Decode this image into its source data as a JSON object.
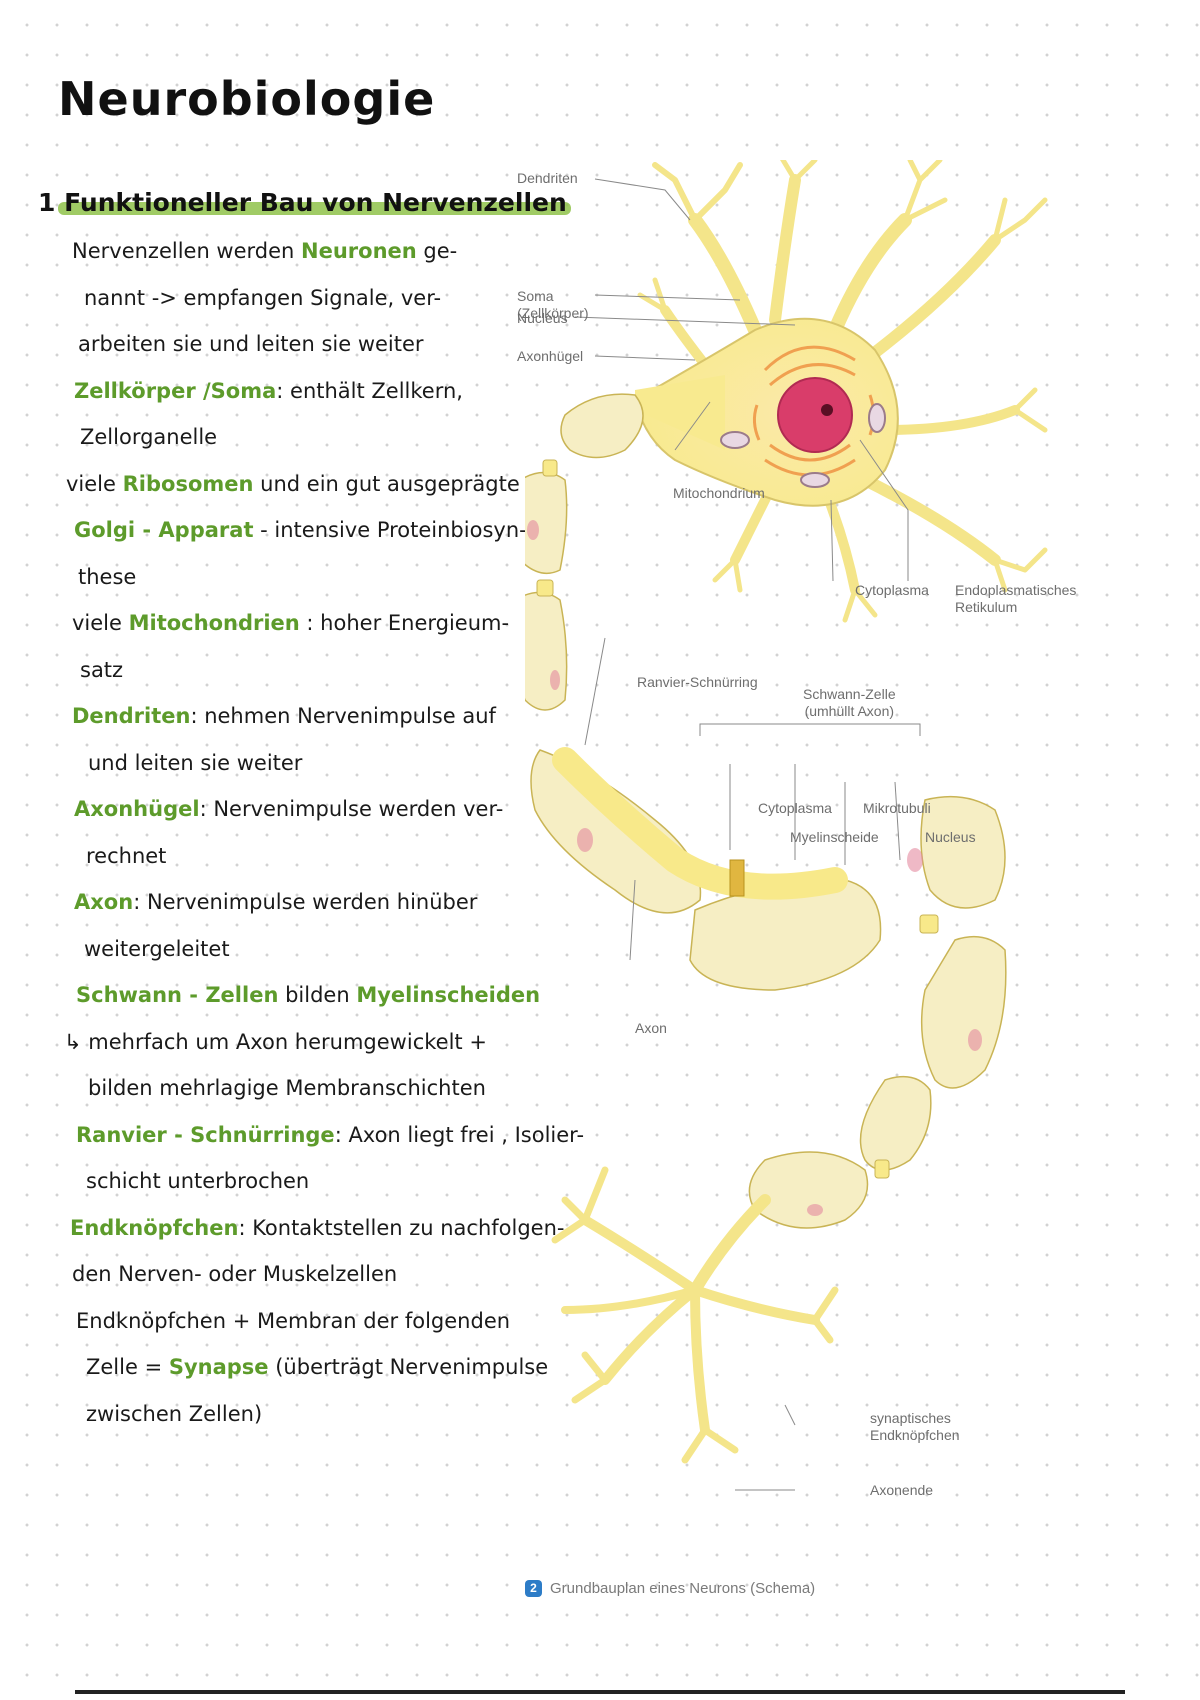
{
  "page": {
    "title": "Neurobiologie",
    "heading": "1 Funktioneller Bau von Nervenzellen"
  },
  "notes": [
    {
      "parts": [
        {
          "t": "Nervenzellen werden "
        },
        {
          "t": "Neuronen",
          "green": true
        },
        {
          "t": " ge-"
        }
      ]
    },
    {
      "parts": [
        {
          "t": "nannt -> empfangen Signale, ver-"
        }
      ]
    },
    {
      "parts": [
        {
          "t": "arbeiten sie und leiten sie weiter"
        }
      ]
    },
    {
      "parts": [
        {
          "t": "Zellkörper /Soma",
          "green": true
        },
        {
          "t": ": enthält Zellkern,"
        }
      ]
    },
    {
      "parts": [
        {
          "t": "Zellorganelle"
        }
      ]
    },
    {
      "parts": [
        {
          "t": "viele "
        },
        {
          "t": "Ribosomen",
          "green": true
        },
        {
          "t": " und ein gut ausgeprägte"
        }
      ]
    },
    {
      "parts": [
        {
          "t": "Golgi - Apparat",
          "green": true
        },
        {
          "t": " - intensive Proteinbiosyn-"
        }
      ]
    },
    {
      "parts": [
        {
          "t": "these"
        }
      ]
    },
    {
      "parts": [
        {
          "t": "viele "
        },
        {
          "t": "Mitochondrien",
          "green": true
        },
        {
          "t": " : hoher Energieum-"
        }
      ]
    },
    {
      "parts": [
        {
          "t": "satz"
        }
      ]
    },
    {
      "parts": [
        {
          "t": "Dendriten",
          "green": true
        },
        {
          "t": ": nehmen Nervenimpulse auf"
        }
      ]
    },
    {
      "parts": [
        {
          "t": "und leiten sie weiter"
        }
      ]
    },
    {
      "parts": [
        {
          "t": "Axonhügel",
          "green": true
        },
        {
          "t": ": Nervenimpulse werden ver-"
        }
      ]
    },
    {
      "parts": [
        {
          "t": "rechnet"
        }
      ]
    },
    {
      "parts": [
        {
          "t": "Axon",
          "green": true
        },
        {
          "t": ": Nervenimpulse werden hinüber"
        }
      ]
    },
    {
      "parts": [
        {
          "t": "weitergeleitet"
        }
      ]
    },
    {
      "parts": [
        {
          "t": "Schwann - Zellen",
          "green": true
        },
        {
          "t": " bilden "
        },
        {
          "t": "Myelinscheiden",
          "green": true
        }
      ]
    },
    {
      "parts": [
        {
          "t": "↳ mehrfach um Axon herumgewickelt +"
        }
      ]
    },
    {
      "parts": [
        {
          "t": "bilden mehrlagige Membranschichten"
        }
      ]
    },
    {
      "parts": [
        {
          "t": "Ranvier - Schnürringe",
          "green": true
        },
        {
          "t": ": Axon liegt frei , Isolier-"
        }
      ]
    },
    {
      "parts": [
        {
          "t": "schicht unterbrochen"
        }
      ]
    },
    {
      "parts": [
        {
          "t": "Endknöpfchen",
          "green": true
        },
        {
          "t": ": Kontaktstellen zu nachfolgen-"
        }
      ]
    },
    {
      "parts": [
        {
          "t": "den Nerven- oder Muskelzellen"
        }
      ]
    },
    {
      "parts": [
        {
          "t": "Endknöpfchen + Membran der folgenden"
        }
      ]
    },
    {
      "parts": [
        {
          "t": "Zelle = "
        },
        {
          "t": "Synapse",
          "green": true
        },
        {
          "t": " (überträgt Nervenimpulse"
        }
      ]
    },
    {
      "parts": [
        {
          "t": "zwischen Zellen)"
        }
      ]
    }
  ],
  "diagram": {
    "labels": {
      "dendriten": "Dendriten",
      "soma": "Soma\n(Zellkörper)",
      "nucleus": "Nucleus",
      "axonhuegel": "Axonhügel",
      "mitochondrium": "Mitochondrium",
      "cytoplasma": "Cytoplasma",
      "er": "Endoplasmatisches\nRetikulum",
      "ranvier": "Ranvier-Schnürring",
      "schwann": "Schwann-Zelle\n(umhüllt Axon)",
      "cytoplasma2": "Cytoplasma",
      "mikrotubuli": "Mikrotubuli",
      "myelinscheide": "Myelinscheide",
      "nucleus2": "Nucleus",
      "axon": "Axon",
      "endknoepfchen": "synaptisches\nEndknöpfchen",
      "axonende": "Axonende"
    },
    "caption_number": "2",
    "caption": "Grundbauplan eines Neurons (Schema)"
  },
  "colors": {
    "note_green": "#5d9b2b",
    "heading_highlight": "#8fc24a",
    "cell_yellow": "#f8ed9c",
    "cell_outline": "#c9b455",
    "myelin": "#f6eec4",
    "nucleus": "#d93d6a",
    "er": "#f0a050"
  }
}
